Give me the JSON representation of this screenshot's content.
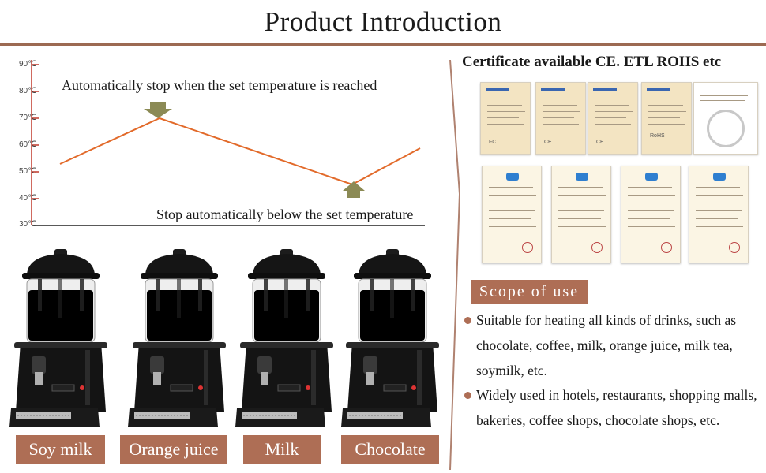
{
  "header": {
    "title": "Product Introduction"
  },
  "temperature_chart": {
    "y_ticks": [
      "90℃",
      "80℃",
      "70℃",
      "60℃",
      "50℃",
      "40℃",
      "30℃"
    ],
    "annotation_top": "Automatically stop when the set temperature is reached",
    "annotation_bottom": "Stop automatically below the set temperature",
    "line_color": "#e26a2a",
    "arrow_color": "#8b8a55"
  },
  "products": [
    {
      "label": "Soy milk",
      "liquid_color": "#f8ebc8"
    },
    {
      "label": "Orange juice",
      "liquid_color": "#f7a51f"
    },
    {
      "label": "Milk",
      "liquid_color": "#f6f6f6"
    },
    {
      "label": "Chocolate",
      "liquid_color": "#5b3326"
    }
  ],
  "certificates": {
    "title": "Certificate available CE. ETL ROHS etc",
    "marks": [
      "FC",
      "CE",
      "CE",
      "RoHS"
    ]
  },
  "scope": {
    "title": "Scope of use",
    "bullets": [
      "Suitable for heating all kinds of drinks, such as chocolate, coffee, milk, orange juice, milk tea, soymilk, etc.",
      "Widely used in hotels, restaurants, shopping malls, bakeries, coffee shops, chocolate shops, etc."
    ]
  },
  "colors": {
    "accent": "#ae6e55",
    "rule": "#9c6a52"
  }
}
